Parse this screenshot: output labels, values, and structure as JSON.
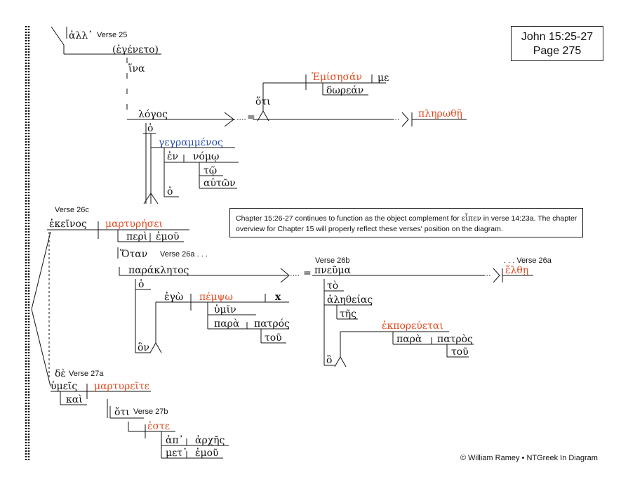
{
  "reference": {
    "book": "John 15:25-27",
    "page": "Page 275"
  },
  "note": {
    "text_before": "Chapter 15:26-27 continues to function as the object complement for ",
    "greek": "εἶπεν",
    "text_after": " in verse 14:23a. The chapter overview for Chapter 15 will properly reflect these verses' position on the diagram."
  },
  "copyright": "© William Ramey • NTGreek In Diagram",
  "labels": {
    "verse25": "Verse 25",
    "verse26c": "Verse 26c",
    "verse26a": "Verse 26a . . .",
    "verse26b": "Verse 26b",
    "verse26a_cont": ". . . Verse 26a",
    "verse27a": "Verse 27a",
    "verse27b": "Verse 27b"
  },
  "words": {
    "all": "ἀλλ᾽",
    "egeneto": "(ἐγένετο)",
    "hina": "ἵνα",
    "logos": "λόγος",
    "ho1": "ὁ",
    "gegrammenos": "γεγραμμένος",
    "en": "ἐν",
    "nomo": "νόμῳ",
    "to": "τῷ",
    "auton": "αὐτῶν",
    "ho2": "ὁ",
    "hoti1": "ὅτι",
    "emisesan": "Ἐμίσησάν",
    "me": "με",
    "dorean": "δωρεάν",
    "plerothe": "πληρωθῇ",
    "ekeinos": "ἐκεῖνος",
    "martyresei": "μαρτυρήσει",
    "peri": "περὶ",
    "emou1": "ἐμοῦ",
    "hotan": "Ὅταν",
    "parakletos": "παράκλητος",
    "ho3": "ὁ",
    "ego": "ἐγὼ",
    "pempso": "πέμψω",
    "x": "x",
    "hymin": "ὑμῖν",
    "para1": "παρὰ",
    "patros1": "πατρός",
    "tou1": "τοῦ",
    "hon": "ὃν",
    "pneuma": "πνεῦμα",
    "to2": "τὸ",
    "aletheias": "ἀληθείας",
    "tes": "τῆς",
    "ekporeuetai": "ἐκπορεύεται",
    "para2": "παρὰ",
    "patros2": "πατρὸς",
    "tou2": "τοῦ",
    "ho4": "ὃ",
    "elthe": "ἔλθῃ",
    "de": "δὲ",
    "hymeis": "ὑμεῖς",
    "kai": "καὶ",
    "martyreite": "μαρτυρεῖτε",
    "hoti2": "ὅτι",
    "este": "ἐστε",
    "ap": "ἀπ᾽",
    "arches": "ἀρχῆς",
    "met": "μετ᾽",
    "emou2": "ἐμοῦ"
  },
  "colors": {
    "verb": "#e04a1f",
    "participle": "#2a4fb0",
    "line": "#111111"
  }
}
